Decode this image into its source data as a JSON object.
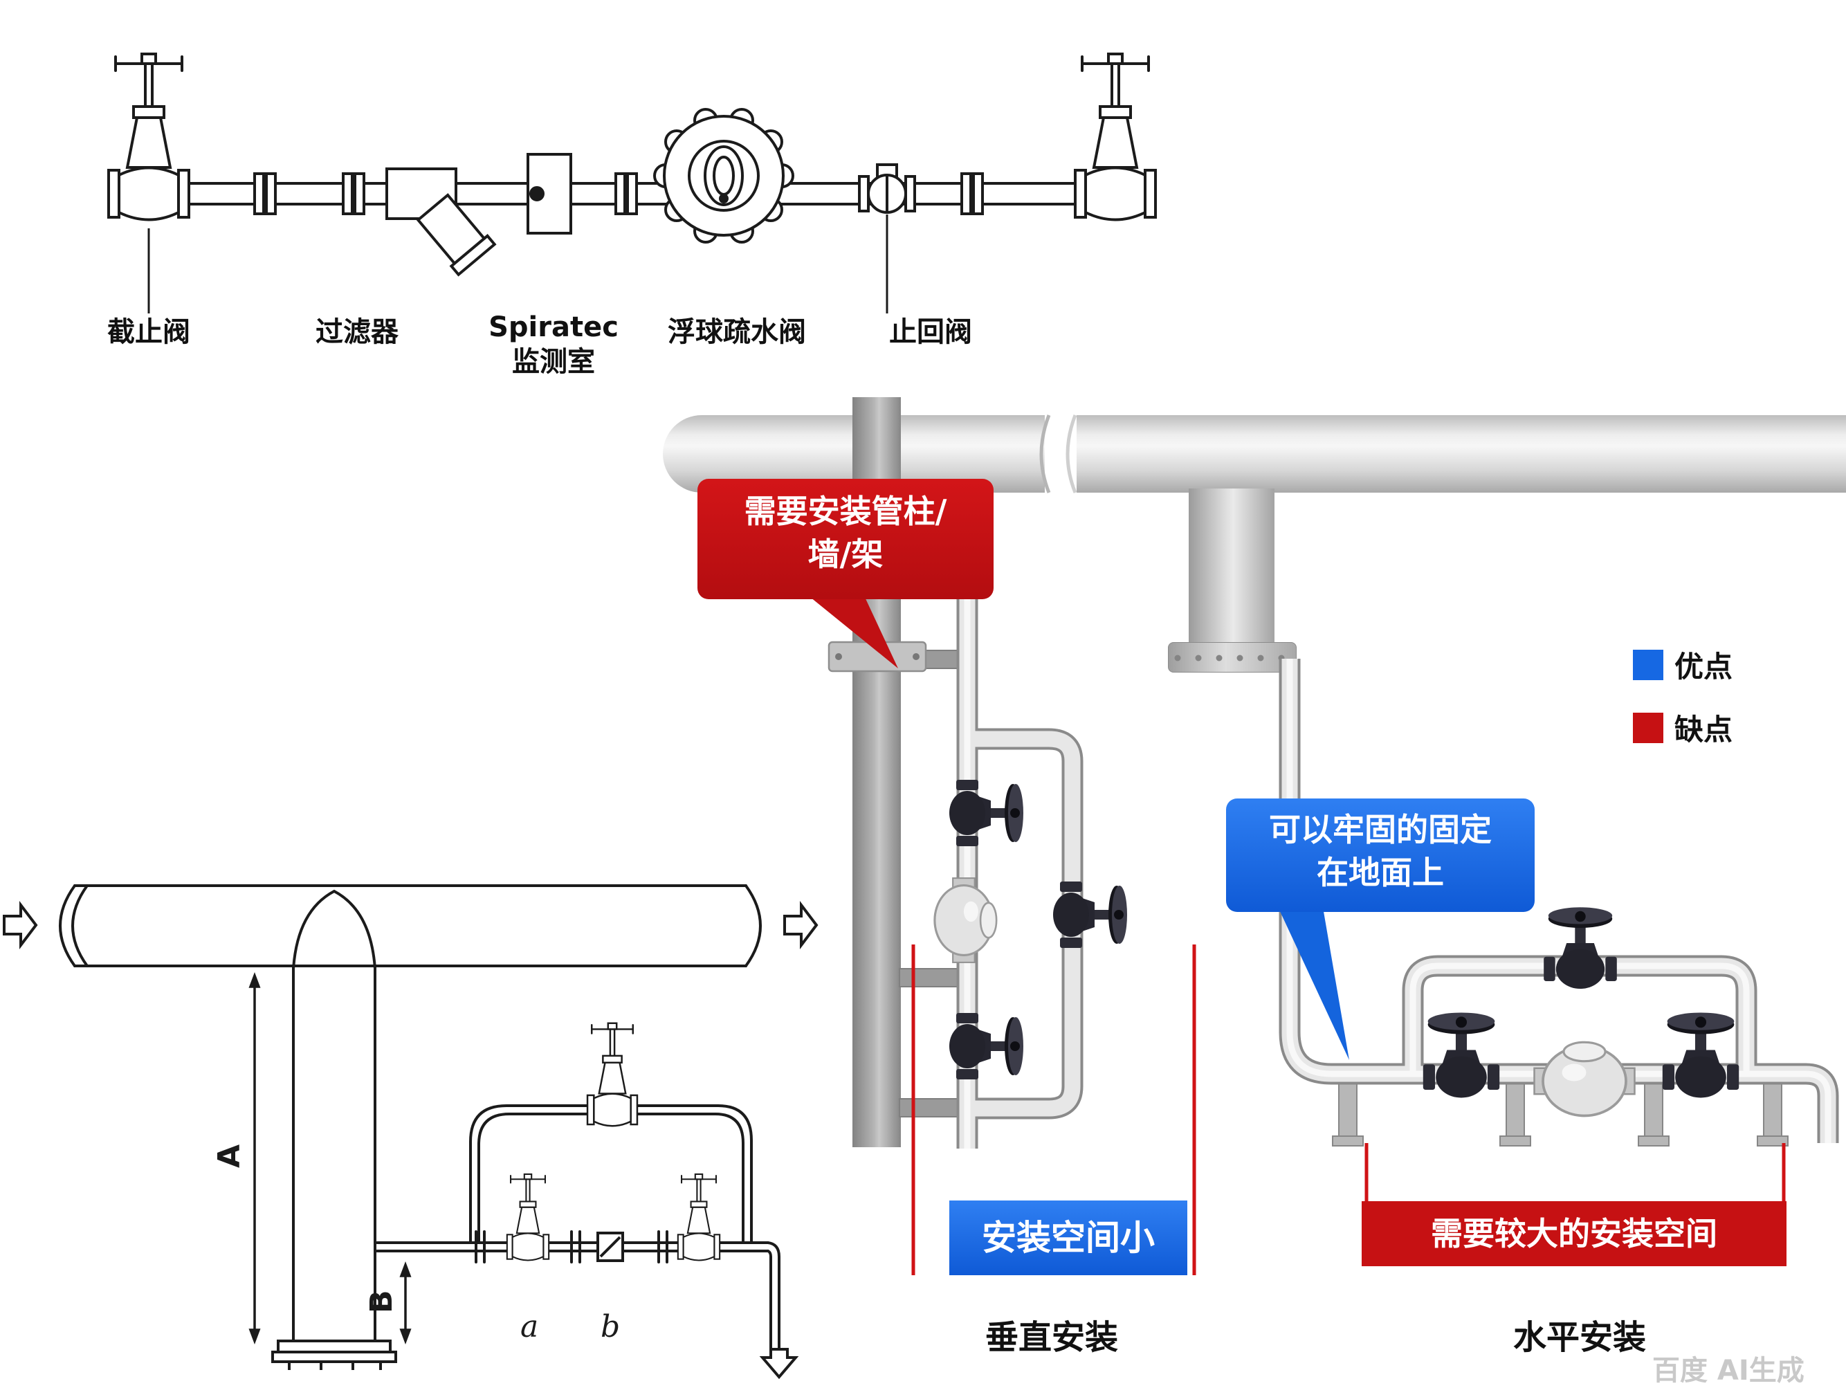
{
  "schematic_labels": {
    "stop_valve": "截止阀",
    "strainer": "过滤器",
    "spiratec": "Spiratec",
    "spiratec2": "监测室",
    "float_trap": "浮球疏水阀",
    "check_valve": "止回阀"
  },
  "legend": {
    "advantage_label": "优点",
    "advantage_color": "#1668e3",
    "disadvantage_label": "缺点",
    "disadvantage_color": "#c61113"
  },
  "vertical_installation": {
    "callout_line1": "需要安装管柱/",
    "callout_line2": "墙/架",
    "advantage_label": "安装空间小",
    "caption": "垂直安装"
  },
  "horizontal_installation": {
    "callout_line1": "可以牢固的固定",
    "callout_line2": "在地面上",
    "disadvantage_label": "需要较大的安装空间",
    "caption": "水平安装"
  },
  "dimension_drawing": {
    "dim_a": "A",
    "dim_b": "B",
    "valve_a": "a",
    "valve_b": "b"
  },
  "watermark": "百度 AI生成"
}
